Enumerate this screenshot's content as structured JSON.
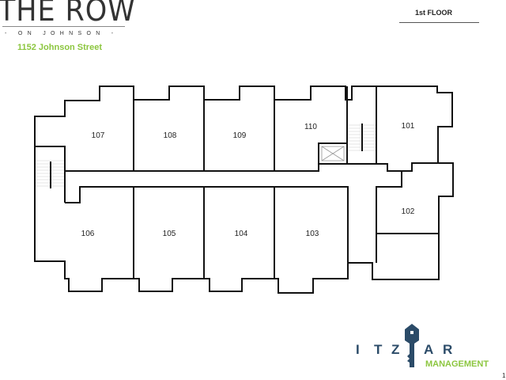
{
  "header": {
    "title": "THE ROW",
    "subtitle": "- ON JOHNSON -",
    "address": "1152 Johnson Street",
    "floor_label": "1st FLOOR"
  },
  "units": [
    {
      "id": "107",
      "label": "107"
    },
    {
      "id": "108",
      "label": "108"
    },
    {
      "id": "109",
      "label": "109"
    },
    {
      "id": "110",
      "label": "110"
    },
    {
      "id": "101",
      "label": "101"
    },
    {
      "id": "102",
      "label": "102"
    },
    {
      "id": "103",
      "label": "103"
    },
    {
      "id": "104",
      "label": "104"
    },
    {
      "id": "105",
      "label": "105"
    },
    {
      "id": "106",
      "label": "106"
    }
  ],
  "logo": {
    "letters": [
      "I",
      "T",
      "Z",
      "A",
      "R"
    ],
    "tagline": "MANAGEMENT"
  },
  "page_number": "1",
  "colors": {
    "accent": "#8cc63f",
    "logo": "#2b4b68",
    "wall": "#111111"
  }
}
